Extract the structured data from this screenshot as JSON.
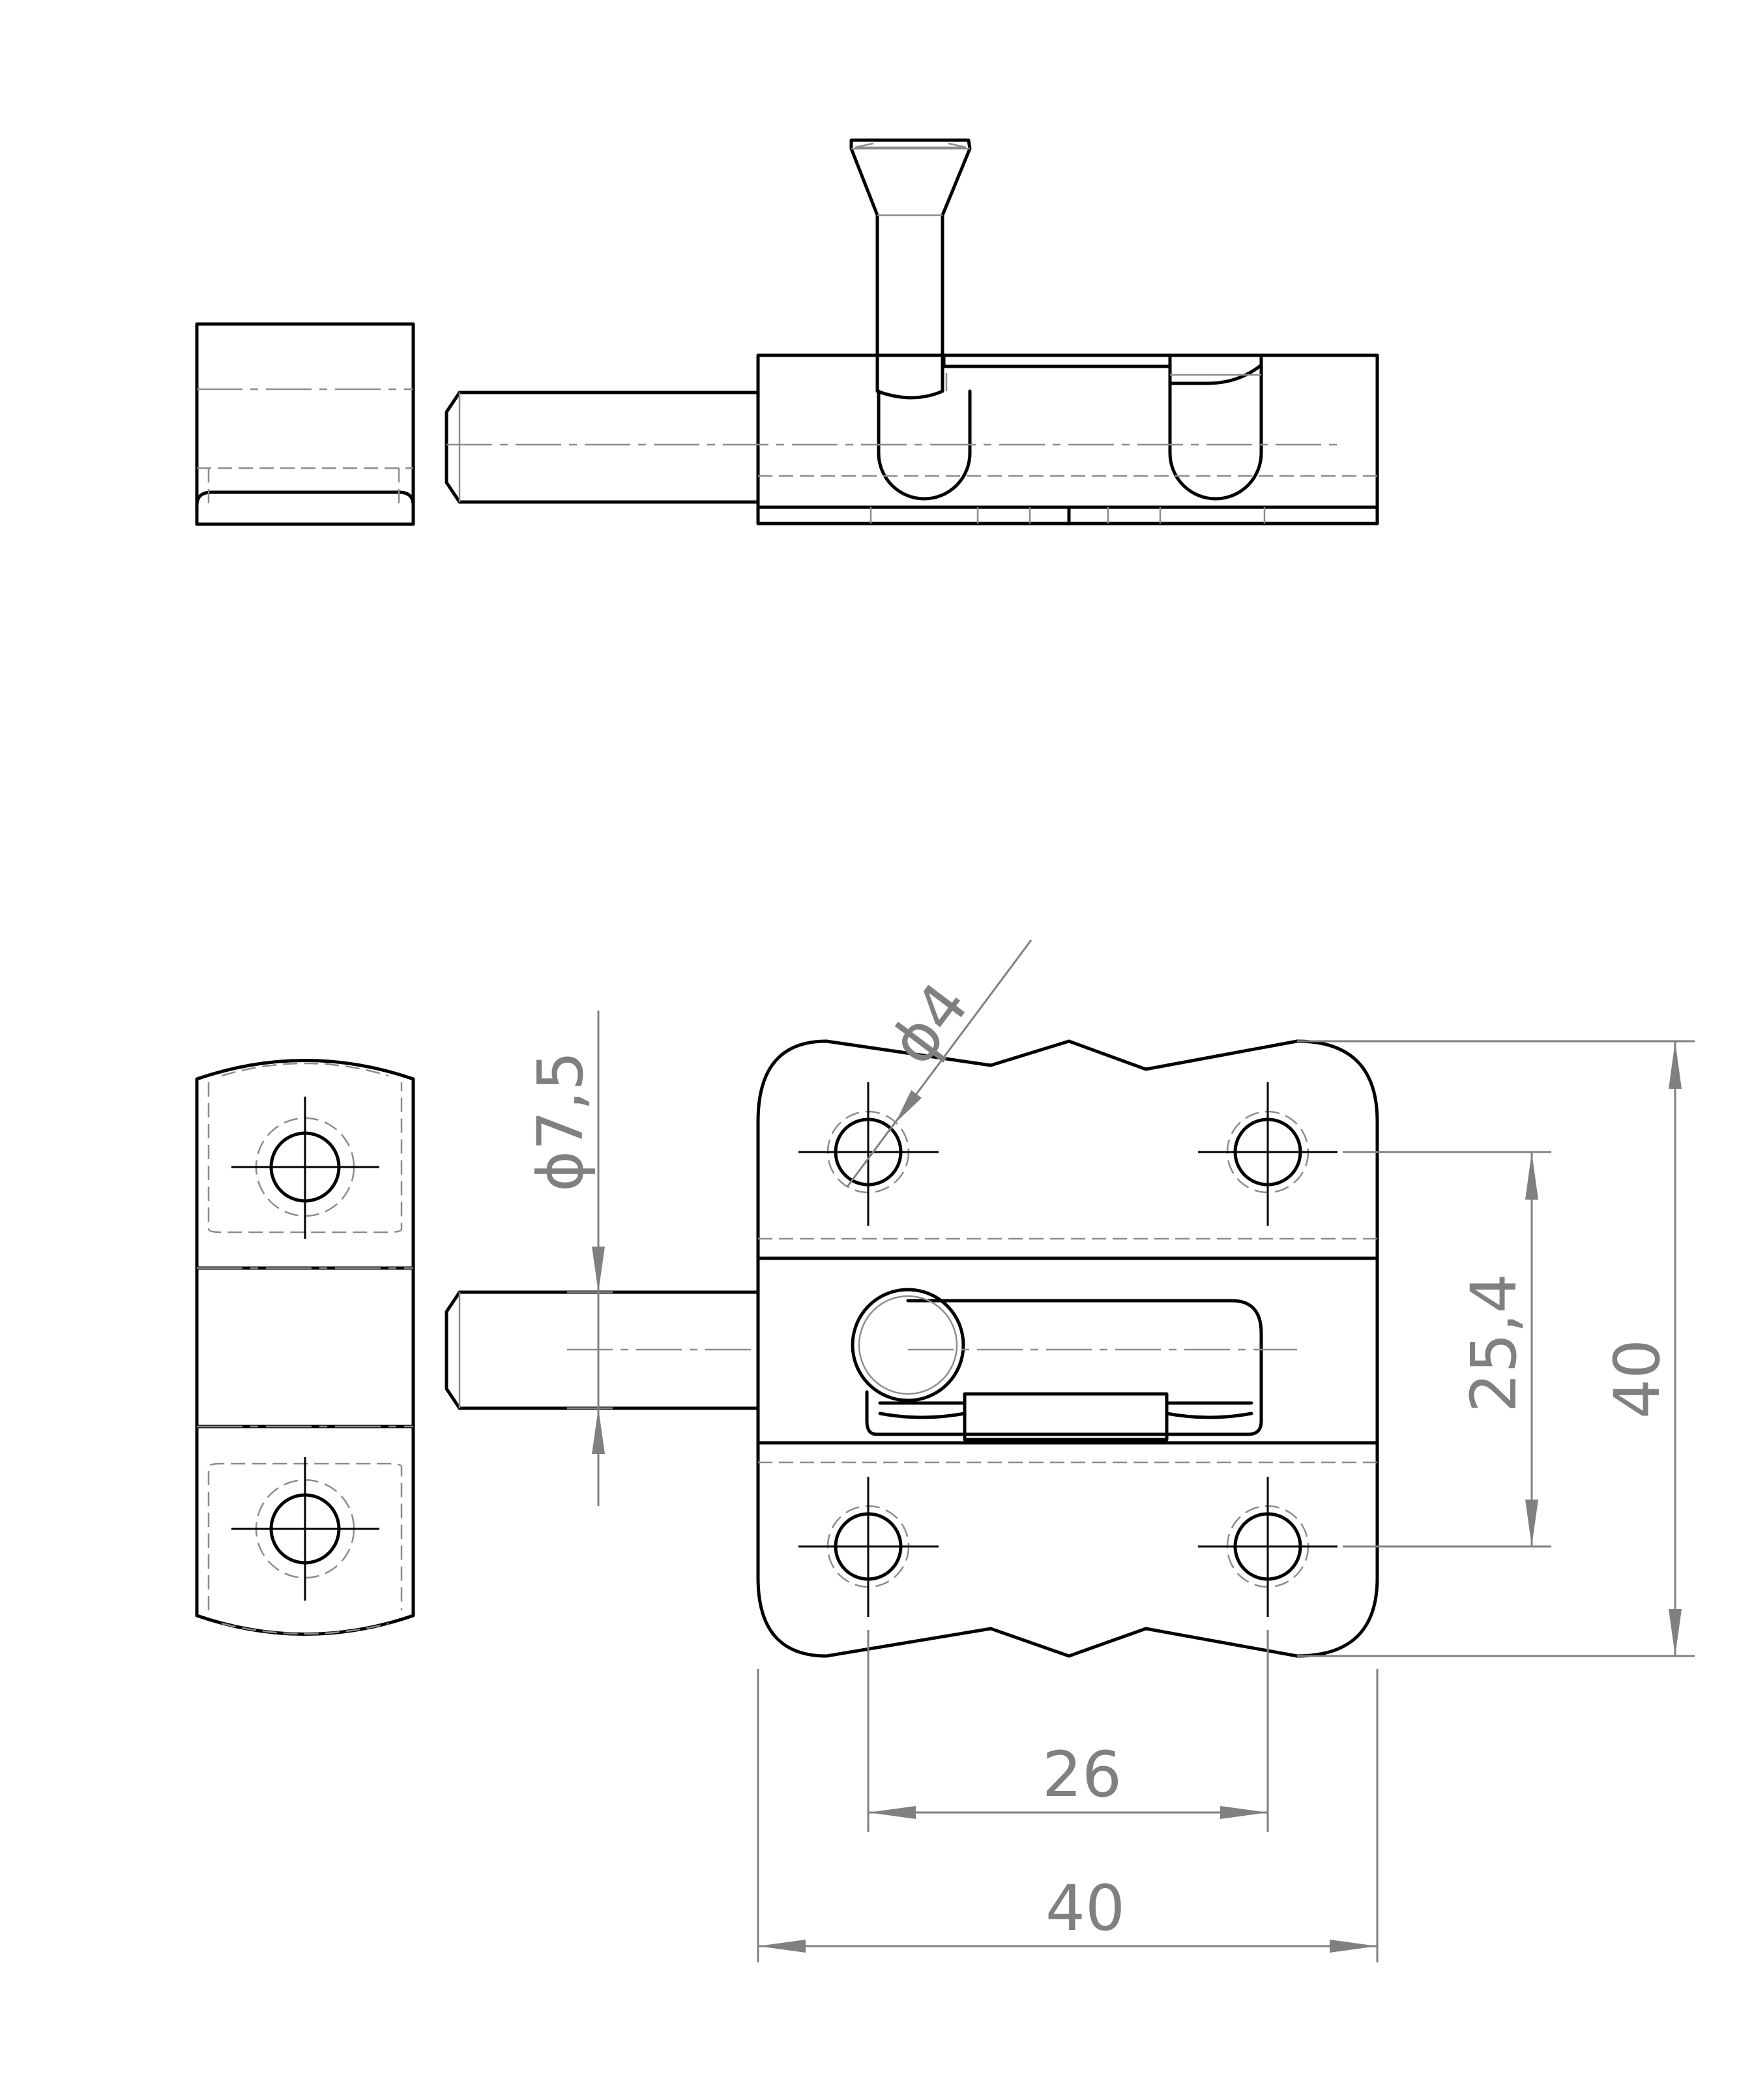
{
  "colors": {
    "object_line": "#000000",
    "hidden_line": "#8c8c8c",
    "dimension": "#808080",
    "background": "#ffffff"
  },
  "dimensions": {
    "hole_diameter": "ϕ4",
    "bolt_diameter": "ϕ7,5",
    "hole_spacing_vertical": "25,4",
    "plate_height": "40",
    "hole_spacing_horizontal": "26",
    "plate_width": "40"
  }
}
